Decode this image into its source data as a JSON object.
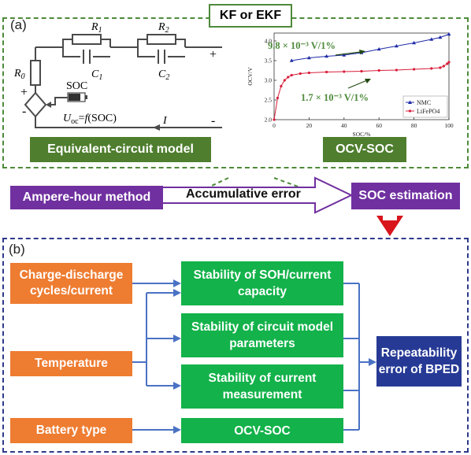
{
  "panel_a": {
    "tag": "(a)",
    "filter_label": "KF or EKF",
    "circuit": {
      "r1": "R1",
      "c1": "C1",
      "r2": "R2",
      "c2": "C2",
      "r0": "R0",
      "plus_right": "+",
      "minus_right": "-",
      "plus_left": "+",
      "minus_left": "-",
      "soc": "SOC",
      "uoc_eq": "Uoc=f(SOC)",
      "current": "I"
    },
    "ecm_label": "Equivalent-circuit model",
    "ocv_label": "OCV-SOC"
  },
  "chart_data": {
    "type": "line",
    "xlabel": "SOC/%",
    "ylabel": "OCV/V",
    "xlim": [
      0,
      100
    ],
    "ylim": [
      2.0,
      4.2
    ],
    "xticks": [
      "0",
      "20",
      "40",
      "60",
      "80",
      "100"
    ],
    "yticks": [
      "2.0",
      "2.5",
      "3.0",
      "3.5",
      "4.0"
    ],
    "legend_position": "bottom-right",
    "series": [
      {
        "name": "NMC",
        "color": "#1f2aa8",
        "marker": "triangle",
        "x": [
          10,
          20,
          30,
          40,
          50,
          60,
          70,
          80,
          90,
          95,
          100
        ],
        "y": [
          3.5,
          3.57,
          3.61,
          3.64,
          3.7,
          3.79,
          3.87,
          3.95,
          4.04,
          4.09,
          4.17
        ]
      },
      {
        "name": "LiFePO4",
        "color": "#d81e3a",
        "marker": "circle",
        "x": [
          0,
          2,
          4,
          6,
          8,
          10,
          15,
          20,
          30,
          40,
          50,
          60,
          70,
          80,
          90,
          95,
          97,
          99,
          100
        ],
        "y": [
          2.0,
          2.55,
          2.85,
          3.0,
          3.08,
          3.13,
          3.17,
          3.19,
          3.21,
          3.22,
          3.23,
          3.25,
          3.26,
          3.28,
          3.3,
          3.32,
          3.36,
          3.42,
          3.46
        ]
      }
    ],
    "annotations": [
      {
        "text": "9.8 × 10⁻³ V/1%",
        "color": "#4e8a3a"
      },
      {
        "text": "1.7 × 10⁻³ V/1%",
        "color": "#4e8a3a"
      }
    ]
  },
  "middle": {
    "ah_label": "Ampere-hour method",
    "acc_label": "Accumulative error",
    "soc_est_label": "SOC estimation"
  },
  "panel_b": {
    "tag": "(b)",
    "inputs": [
      "Charge-discharge cycles/current",
      "Temperature",
      "Battery type"
    ],
    "factors": [
      "Stability of SOH/current capacity",
      "Stability of circuit model parameters",
      "Stability of current measurement",
      "OCV-SOC"
    ],
    "result": "Repeatability error of BPED"
  }
}
